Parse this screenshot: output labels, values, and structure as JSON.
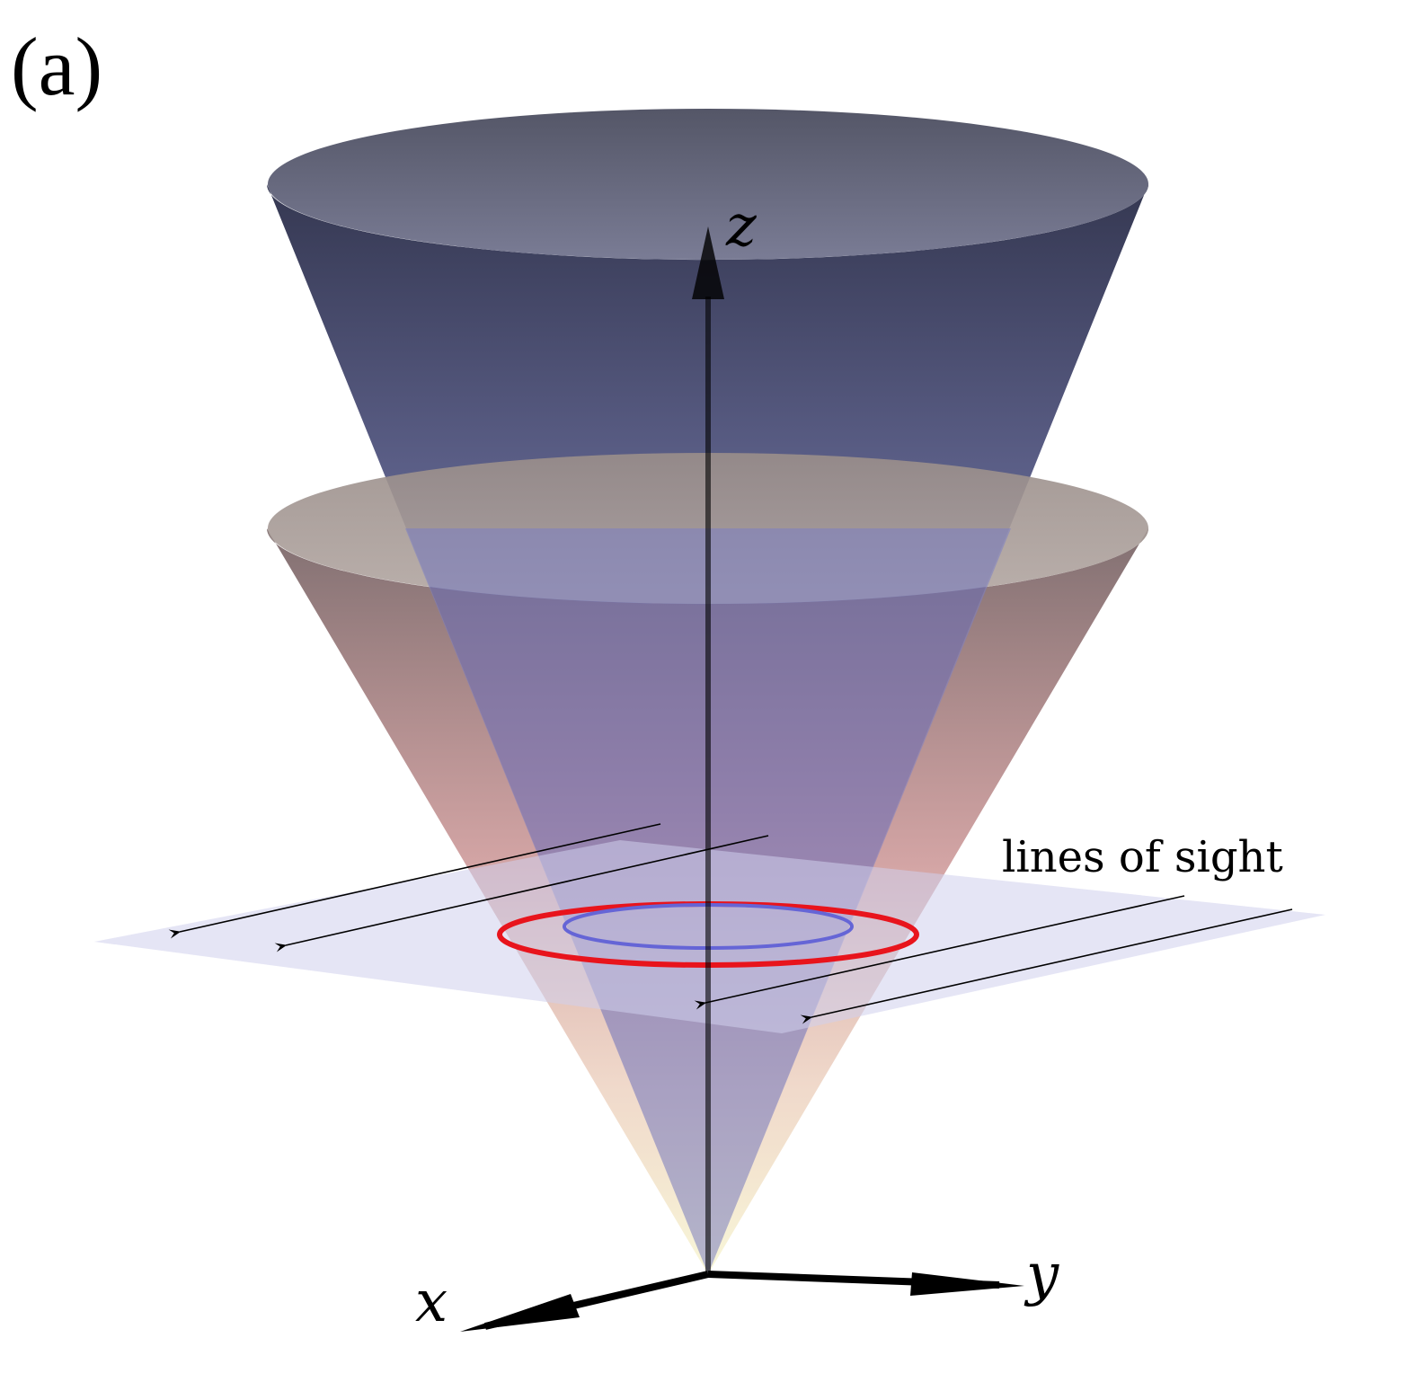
{
  "panel_label": "(a)",
  "axes": {
    "x": "x",
    "y": "y",
    "z": "z"
  },
  "annotation": "lines of sight",
  "colors": {
    "blue_cone_top": "#545671",
    "blue_cone_bottom": "#8a90d0",
    "red_cone_top": "#9e8f8b",
    "red_cone_bottom": "#c06a6a",
    "apex_glow": "#f2f0c0",
    "plane": "#dcdcf0",
    "red_ring": "#e8141c",
    "blue_ring": "#6a6ad8",
    "axis": "#000000"
  }
}
